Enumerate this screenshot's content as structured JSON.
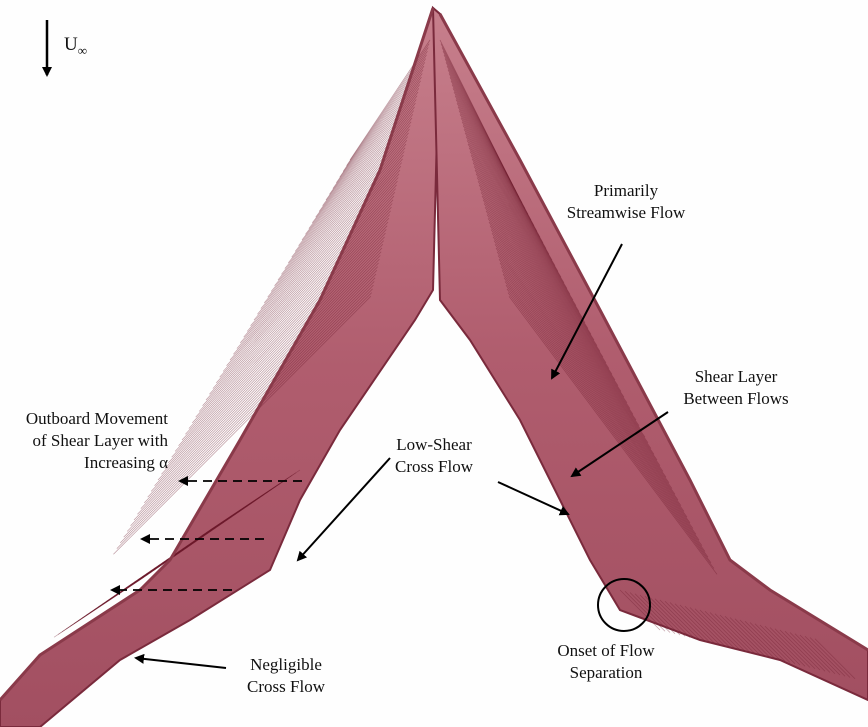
{
  "freestream": {
    "symbol": "U",
    "subscript": "∞"
  },
  "labels": {
    "primarily_streamwise": {
      "line1": "Primarily",
      "line2": "Streamwise Flow"
    },
    "shear_layer": {
      "line1": "Shear Layer",
      "line2": "Between Flows"
    },
    "outboard_movement": {
      "line1": "Outboard Movement",
      "line2": "of Shear Layer with",
      "line3": "Increasing α"
    },
    "low_shear": {
      "line1": "Low-Shear",
      "line2": "Cross Flow"
    },
    "negligible": {
      "line1": "Negligible",
      "line2": "Cross Flow"
    },
    "onset": {
      "line1": "Onset of Flow",
      "line2": "Separation"
    }
  },
  "colors": {
    "wing_fill": "#b96a78",
    "wing_dark": "#7a2a3c",
    "streak": "#6e1c2e",
    "edge": "#8a3a4a",
    "annotation": "#000000"
  }
}
